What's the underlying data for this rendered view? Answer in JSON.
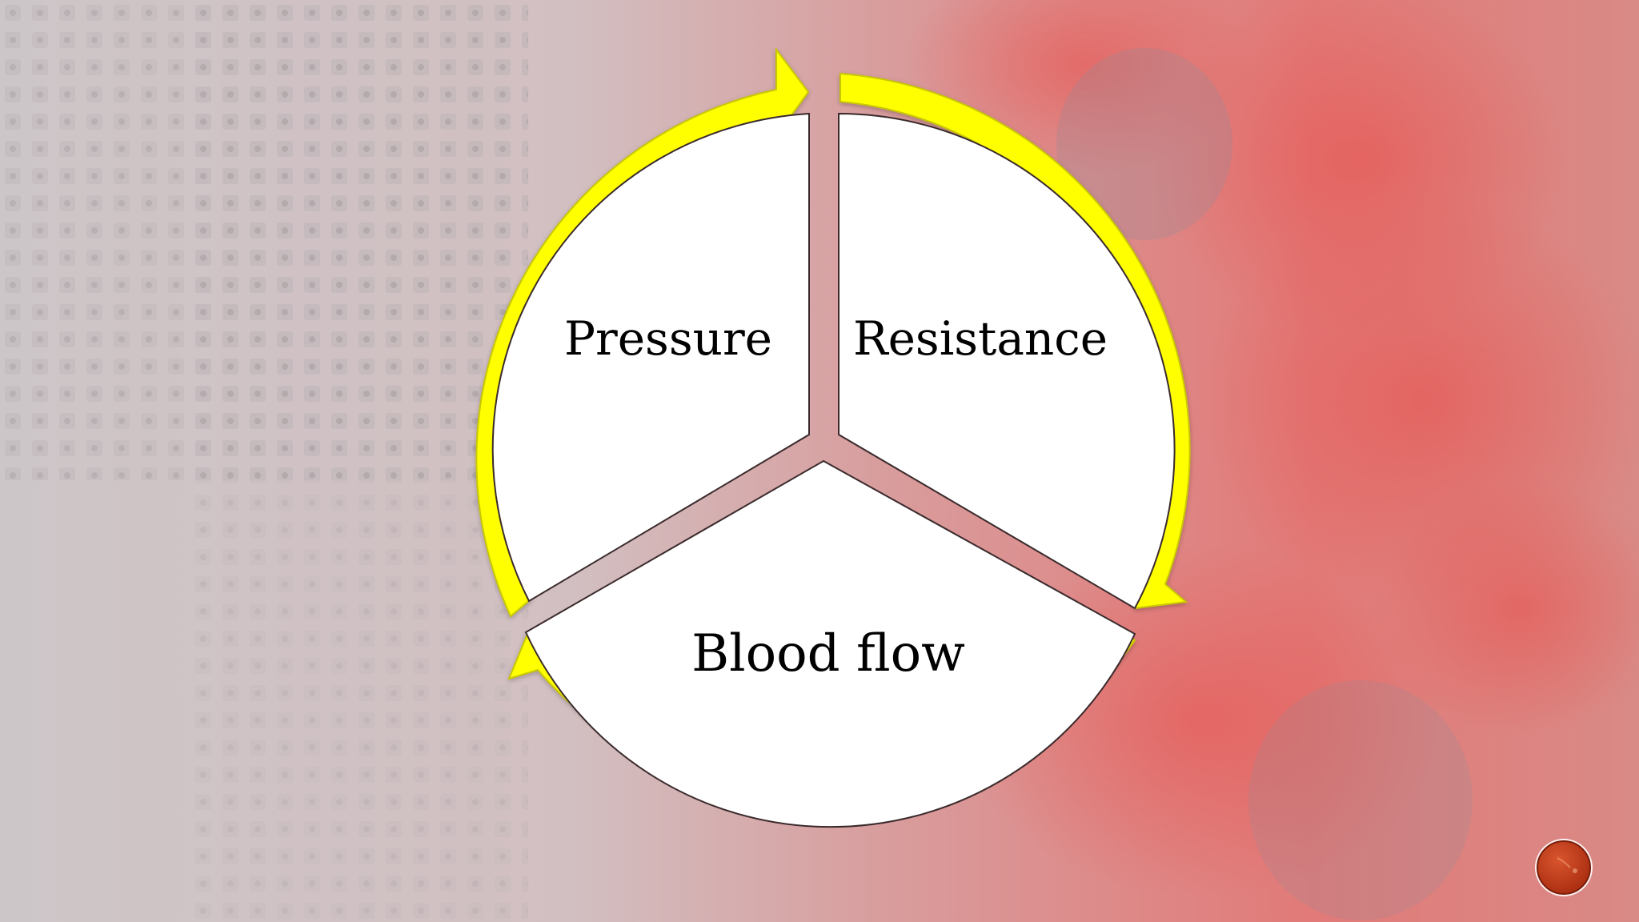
{
  "diagram": {
    "type": "cycle",
    "segments": [
      {
        "label": "Pressure"
      },
      {
        "label": "Resistance"
      },
      {
        "label": "Blood flow"
      }
    ]
  },
  "colors": {
    "arrow": "#ffff00",
    "arrow_outline": "#c8c800",
    "segment_fill": "#ffffff",
    "text": "#000000",
    "background_left": "#cfc6c8",
    "background_right": "#e07c7c",
    "nav_button": "#c43a1c"
  },
  "icons": {
    "nav_button": "next-slide-icon"
  }
}
